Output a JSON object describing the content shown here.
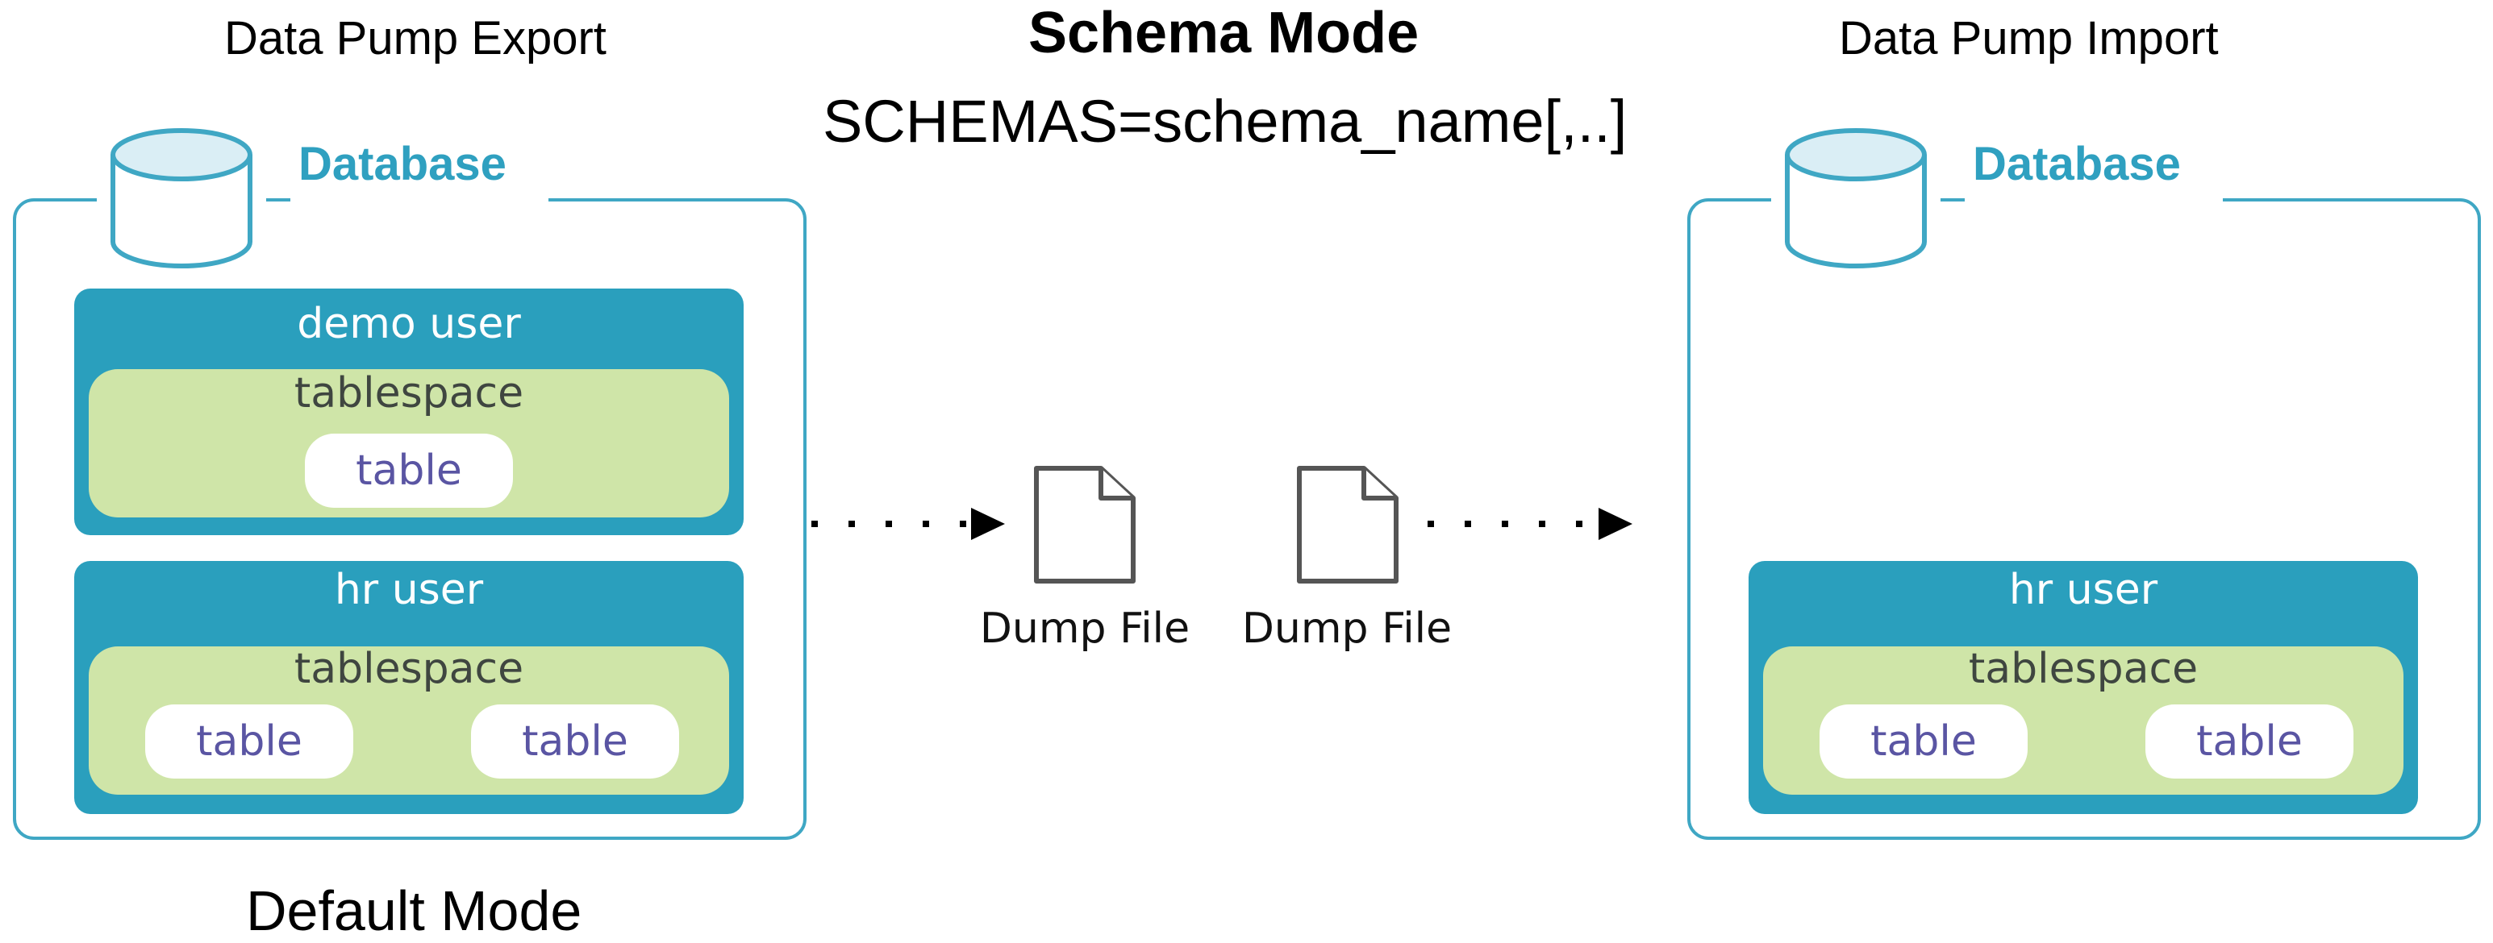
{
  "title": "Schema Mode",
  "parameter": "SCHEMAS=schema_name[,..]",
  "export": {
    "heading": "Data Pump Export",
    "database_label": "Database",
    "footer": "Default Mode",
    "users": [
      {
        "label": "demo user",
        "tablespace": {
          "label": "tablespace",
          "tables": [
            "table"
          ]
        }
      },
      {
        "label": "hr user",
        "tablespace": {
          "label": "tablespace",
          "tables": [
            "table",
            "table"
          ]
        }
      }
    ]
  },
  "dump_files": [
    "Dump File",
    "Dump File"
  ],
  "import": {
    "heading": "Data Pump Import",
    "database_label": "Database",
    "users": [
      {
        "label": "hr user",
        "tablespace": {
          "label": "tablespace",
          "tables": [
            "table",
            "table"
          ]
        }
      }
    ]
  },
  "colors": {
    "database_accent": "#2fa0c0",
    "user_box": "#2a9fbd",
    "tablespace_box": "#cfe5a8",
    "table_text": "#5a55a3"
  },
  "icons": [
    "database-cylinder-icon",
    "document-icon",
    "dotted-arrow-icon"
  ]
}
